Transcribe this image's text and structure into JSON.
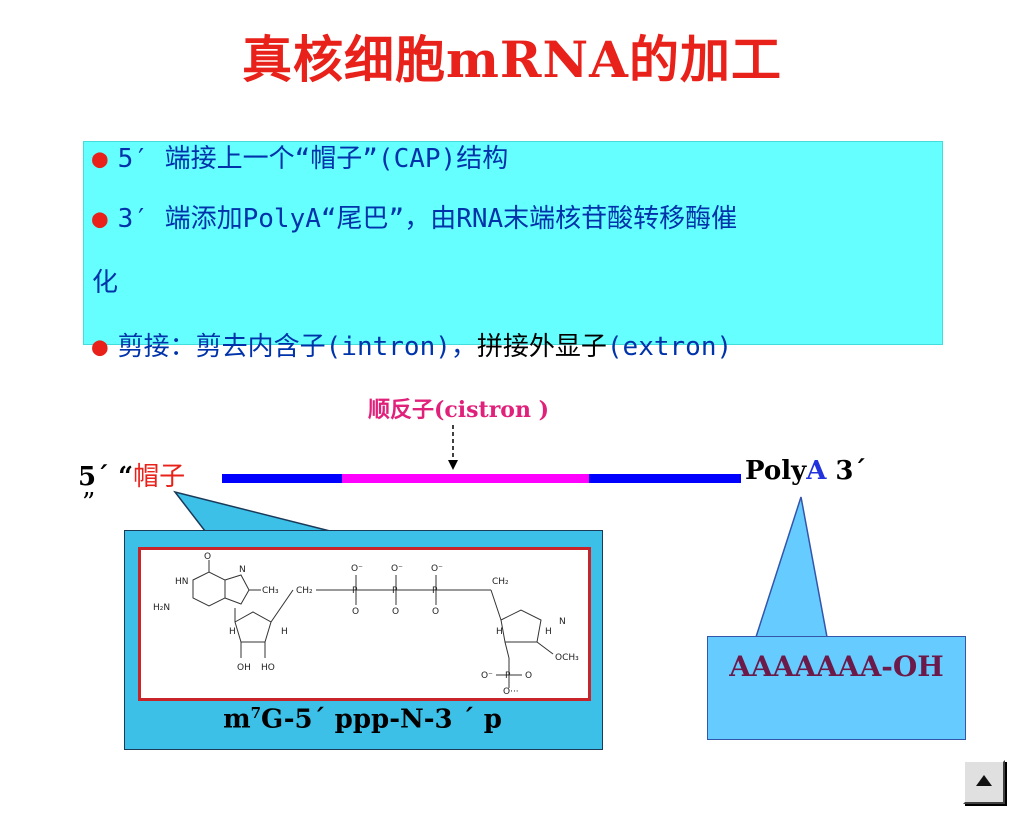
{
  "title": "真核细胞mRNA的加工",
  "bullets": {
    "b1": "5′ 端接上一个“帽子”(CAP)结构",
    "b2": "3′ 端添加PolyA“尾巴”，由RNA末端核苷酸转移酶催",
    "b2_cont": "化",
    "b3_part1": "剪接：剪去内含子(intron)，",
    "b3_part2": "拼接外显子",
    "b3_part3": "(extron)"
  },
  "diagram": {
    "cistron_label": "顺反子(cistron  )",
    "five_prime": "5´ “",
    "cap_word": "帽子",
    "close_quote": "”",
    "poly_text": "Poly",
    "poly_a": "A",
    "three_prime": " 3´",
    "cap_formula_pre": "m",
    "cap_formula_sup": "7",
    "cap_formula_post": "G-5´ ppp-N-3 ´ p",
    "polya_tail": "AAAAAAA-OH",
    "chem": {
      "O": "O",
      "HN": "HN",
      "H2N": "H₂N",
      "N": "N",
      "CH3": "CH₃",
      "CH2": "CH₂",
      "P": "P",
      "Om": "O⁻",
      "H": "H",
      "OH": "OH",
      "HO": "HO",
      "OCH3": "OCH₃",
      "Odots": "O···"
    }
  },
  "colors": {
    "title": "#e8211a",
    "cyan_box": "#66ffff",
    "strand_blue": "#0000ff",
    "strand_magenta": "#ff00ff",
    "cap_callout": "#3cc0e8",
    "poly_callout": "#66ccff"
  },
  "nav": {
    "icon": "up-triangle-icon"
  }
}
